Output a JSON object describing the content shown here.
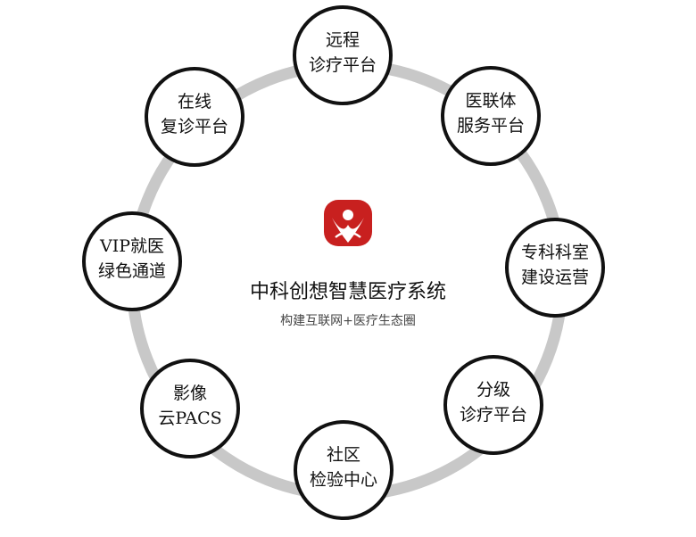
{
  "center": {
    "title": "中科创想智慧医疗系统",
    "subtitle": "构建互联网+医疗生态圈",
    "logo_icon": "red-seal-logo-icon"
  },
  "nodes": [
    {
      "id": "remote",
      "lines": [
        "远程",
        "诊疗平台"
      ]
    },
    {
      "id": "alliance",
      "lines": [
        "医联体",
        "服务平台"
      ]
    },
    {
      "id": "specialist",
      "lines": [
        "专科科室",
        "建设运营"
      ]
    },
    {
      "id": "tiered",
      "lines": [
        "分级",
        "诊疗平台"
      ]
    },
    {
      "id": "community",
      "lines": [
        "社区",
        "检验中心"
      ]
    },
    {
      "id": "pacs",
      "lines": [
        "影像",
        "云PACS"
      ]
    },
    {
      "id": "vip",
      "lines": [
        "VIP就医",
        "绿色通道"
      ]
    },
    {
      "id": "revisit",
      "lines": [
        "在线",
        "复诊平台"
      ]
    }
  ],
  "colors": {
    "ring": "#c8c8c8",
    "node_stroke": "#111111",
    "node_fill": "#ffffff",
    "logo_red": "#c8201f"
  }
}
